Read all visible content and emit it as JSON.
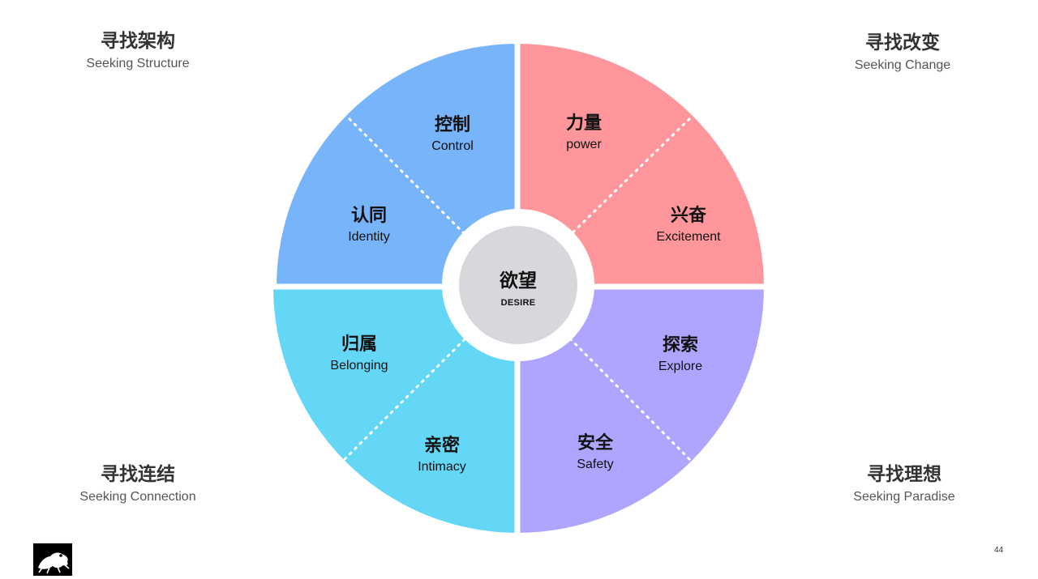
{
  "corners": {
    "top_left": {
      "zh": "寻找架构",
      "en": "Seeking Structure"
    },
    "top_right": {
      "zh": "寻找改变",
      "en": "Seeking Change"
    },
    "bottom_left": {
      "zh": "寻找连结",
      "en": "Seeking Connection"
    },
    "bottom_right": {
      "zh": "寻找理想",
      "en": "Seeking Paradise"
    }
  },
  "center": {
    "zh": "欲望",
    "en": "DESIRE"
  },
  "segments": [
    {
      "zh": "控制",
      "en": "Control"
    },
    {
      "zh": "认同",
      "en": "Identity"
    },
    {
      "zh": "力量",
      "en": "power"
    },
    {
      "zh": "兴奋",
      "en": "Excitement"
    },
    {
      "zh": "归属",
      "en": "Belonging"
    },
    {
      "zh": "亲密",
      "en": "Intimacy"
    },
    {
      "zh": "探索",
      "en": "Explore"
    },
    {
      "zh": "安全",
      "en": "Safety"
    }
  ],
  "colors": {
    "top_left": "#78B4FA",
    "top_right": "#FF969B",
    "bottom_left": "#64D7F7",
    "bottom_right": "#AFA5FF",
    "center": "#D8D8DC"
  },
  "page_number": "44",
  "logo": "frog-logo-icon"
}
